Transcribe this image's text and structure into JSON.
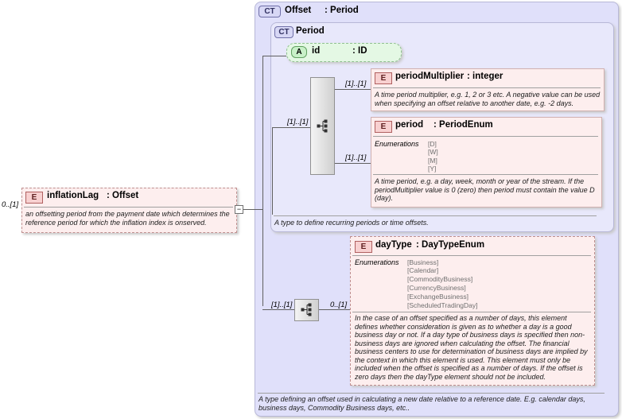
{
  "outer_type": {
    "badge": "CT",
    "name": "Offset",
    "type": ": Period",
    "doc": "A type defining an offset used in calculating a new date relative to a reference date. E.g. calendar days, business days, Commodity Business days, etc.."
  },
  "inner_type": {
    "badge": "CT",
    "name": "Period",
    "doc": "A type to define recurring periods or time offsets."
  },
  "attribute": {
    "badge": "A",
    "name": "id",
    "type": ": ID"
  },
  "root": {
    "badge": "E",
    "name": "inflationLag",
    "type": ": Offset",
    "card": "0..[1]",
    "doc": "an offsetting period from the payment date which determines the reference period for which the inflation index is onserved."
  },
  "period_multiplier": {
    "badge": "E",
    "name": "periodMultiplier",
    "type": ": integer",
    "card": "[1]..[1]",
    "doc": "A time period multiplier, e.g. 1, 2 or 3 etc. A negative value can be used when specifying an offset relative to another date, e.g. -2 days."
  },
  "period": {
    "badge": "E",
    "name": "period",
    "type": ": PeriodEnum",
    "card": "[1]..[1]",
    "enum_label": "Enumerations",
    "enums": [
      "[D]",
      "[W]",
      "[M]",
      "[Y]"
    ],
    "doc": "A time period, e.g. a day, week, month or year of the stream. If the periodMultiplier value is 0 (zero) then period must contain the value D (day)."
  },
  "seq1_card": "[1]..[1]",
  "seq2_card": "[1]..[1]",
  "day_type": {
    "badge": "E",
    "name": "dayType",
    "type": ": DayTypeEnum",
    "card": "0..[1]",
    "enum_label": "Enumerations",
    "enums": [
      "[Business]",
      "[Calendar]",
      "[CommodityBusiness]",
      "[CurrencyBusiness]",
      "[ExchangeBusiness]",
      "[ScheduledTradingDay]"
    ],
    "doc": "In the case of an offset specified as a number of days, this element defines whether consideration is given as to whether a day is a good business day or not. If a day type of business days is specified then non-business days are ignored when calculating the offset. The financial business centers to use for determination of business days are implied by the context in which this element is used. This element must only be included when the offset is specified as a number of days. If the offset is zero days then the dayType element should not be included."
  }
}
